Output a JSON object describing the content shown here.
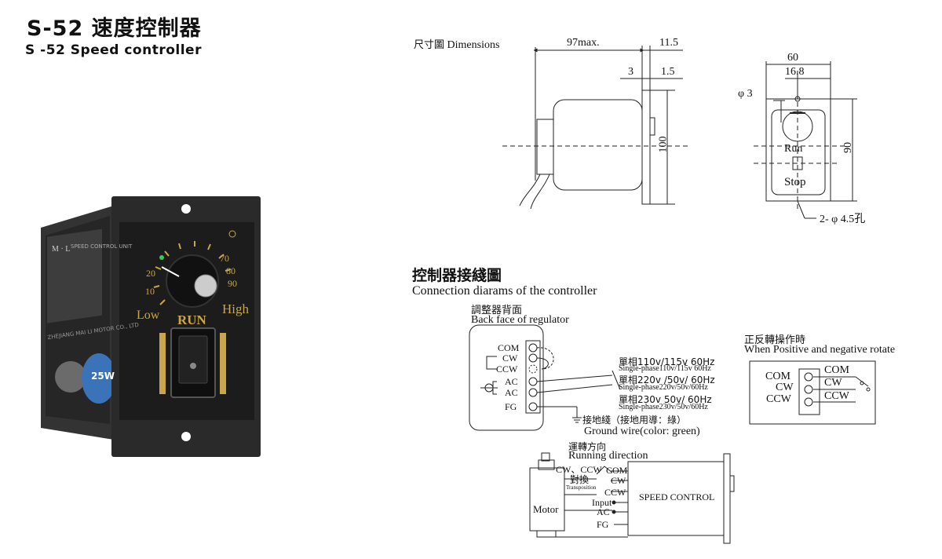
{
  "title": {
    "cn": "S-52 速度控制器",
    "en": "S -52 Speed controller"
  },
  "product": {
    "brand": "M · L",
    "panel_text": "SPEED CONTROL UNIT",
    "maker": "ZHEJIANG MAI LI MOTOR CO., LTD",
    "power_badge": "25W",
    "dial_ticks": [
      "10",
      "20",
      "70",
      "80",
      "90"
    ],
    "dial_low": "Low",
    "dial_high": "High",
    "dial_run": "RUN",
    "colors": {
      "body": "#2b2b2b",
      "panel": "#1c1c1c",
      "accent": "#c9a649",
      "badge": "#3a73b8"
    }
  },
  "dimensions": {
    "heading_cn": "尺寸圖",
    "heading_en": "Dimensions",
    "side": {
      "length": "97max.",
      "flange": "11.5",
      "gap": "3",
      "plate": "1.5",
      "height": "100"
    },
    "front": {
      "width": "60",
      "offset": "16.8",
      "hole_top": "φ 3",
      "height": "90",
      "holes": "2- φ 4.5孔",
      "run": "Run",
      "stop": "Stop"
    }
  },
  "wiring": {
    "heading_cn": "控制器接綫圖",
    "heading_en": "Connection diarams of the controller",
    "back_cn": "調整器背面",
    "back_en": "Back face of regulator",
    "terminals": [
      "COM",
      "CW",
      "CCW",
      "AC",
      "AC",
      "FG"
    ],
    "power": [
      {
        "cn": "單相110v/115v 60Hz",
        "en": "Single-phase110v/115v 60Hz"
      },
      {
        "cn": "單相220v /50v/ 60Hz",
        "en": "Single-phase220v/50v/60Hz"
      },
      {
        "cn": "單相230v 50v/ 60Hz",
        "en": "Single-phase230v/50v/60Hz"
      }
    ],
    "ground_cn": "接地綫（接地用導：綠）",
    "ground_en": "Ground wire(color: green)",
    "rotate_cn": "正反轉操作時",
    "rotate_en": "When Positive and negative rotate",
    "rotate_left": [
      "COM",
      "CW",
      "CCW"
    ],
    "rotate_right": [
      "COM",
      "CW",
      "CCW"
    ],
    "running_cn": "運轉方向",
    "running_en": "Running direction",
    "swap_top": "CW、CCW",
    "swap_cn": "對換",
    "swap_en": "Transposition",
    "motor_label": "Motor",
    "controller_label": "SPEED CONTROL",
    "motor_terms": [
      "COM",
      "CW",
      "CCW",
      "Input",
      "AC",
      "FG"
    ]
  }
}
